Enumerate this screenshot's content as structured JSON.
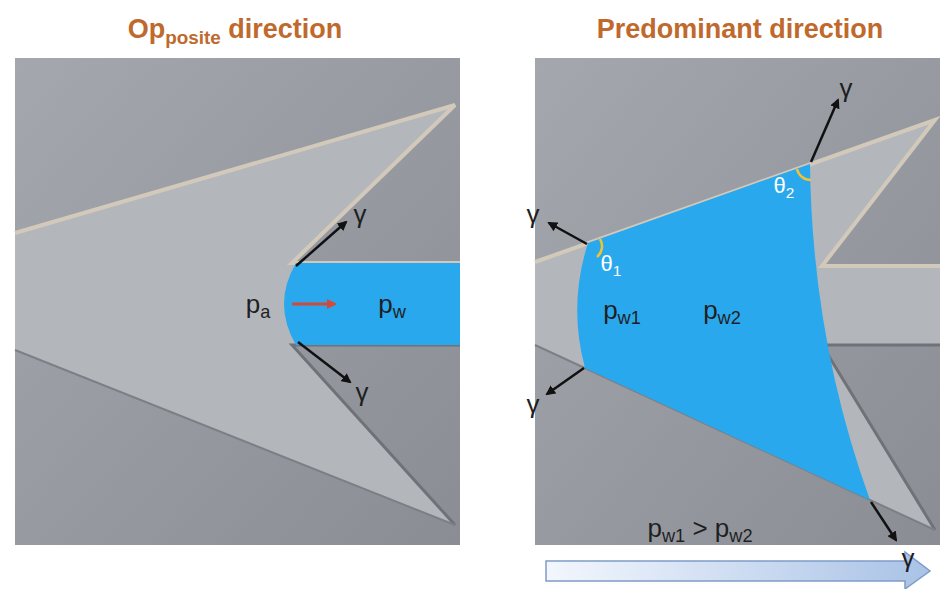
{
  "diagram": {
    "labels": [
      "Opposite direction",
      "Predominant direction",
      "γ",
      "γ",
      "pa",
      "pw",
      "γ",
      "θ1",
      "θ2",
      "γ",
      "pw1",
      "pw2",
      "γ",
      "γ",
      "pw1 > pw2"
    ]
  }
}
